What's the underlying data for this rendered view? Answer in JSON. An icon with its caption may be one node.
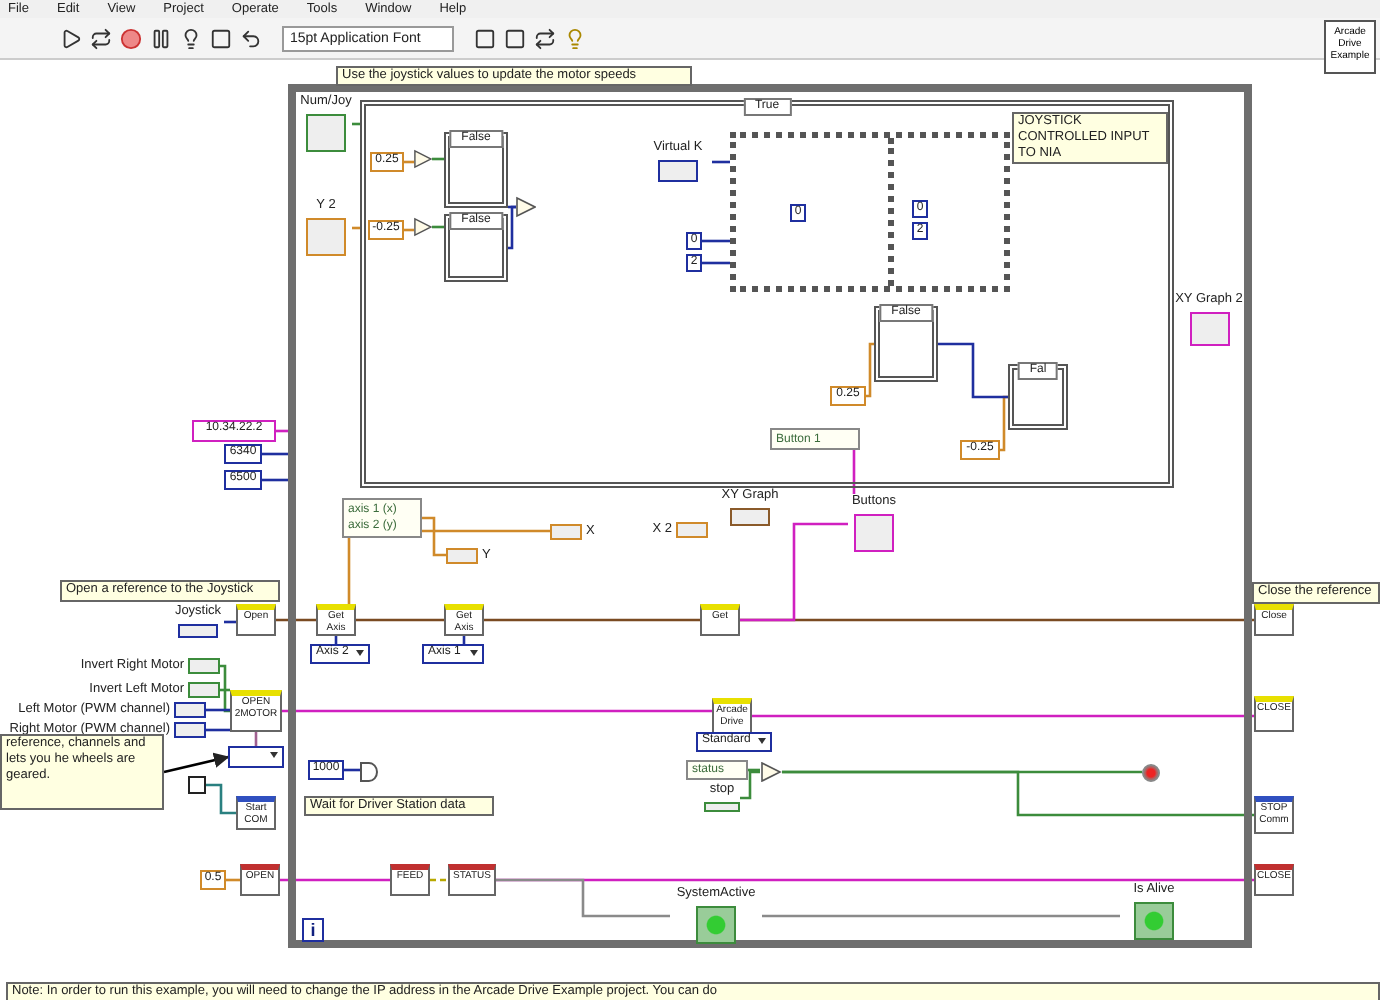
{
  "diagram": {
    "nodes": [
      {
        "text": [],
        "shape": "box"
      },
      {
        "text": [
          "Use the joystick values to update the motor speeds"
        ]
      },
      {
        "text": [
          "Num/Joy"
        ],
        "in": 0
      },
      {
        "text": [
          "Y 2"
        ],
        "in": 0
      },
      {
        "text": [
          "True"
        ],
        "in": 0
      },
      {
        "text": [
          "0.25"
        ],
        "in": 4
      },
      {
        "text": [
          "-0.25"
        ],
        "in": 4
      },
      {
        "text": [],
        "shape": "triangle",
        "in": 4
      },
      {
        "text": [],
        "shape": "triangle",
        "in": 4
      },
      {
        "text": [
          "False"
        ],
        "in": 4
      },
      {
        "text": [
          "False"
        ],
        "in": 4
      },
      {
        "text": [],
        "shape": "triangle",
        "in": 4
      },
      {
        "text": [
          "Virtual K"
        ],
        "in": 4
      },
      {
        "text": [
          "0"
        ],
        "in": 4
      },
      {
        "text": [
          "2"
        ],
        "in": 4
      },
      {
        "text": [],
        "shape": "box",
        "in": 4
      },
      {
        "text": [
          "0"
        ],
        "in": 15
      },
      {
        "text": [
          "0"
        ],
        "in": 15
      },
      {
        "text": [
          "2"
        ],
        "in": 15
      },
      {
        "text": [
          "JOYSTICK CONTROLLED INPUT TO NIA"
        ],
        "in": 4
      },
      {
        "text": [
          "False"
        ],
        "in": 4
      },
      {
        "text": [
          "0.25"
        ],
        "in": 4
      },
      {
        "text": [
          "-0.25"
        ],
        "in": 4
      },
      {
        "text": [
          "Fal"
        ],
        "in": 4
      },
      {
        "text": [
          "Button 1"
        ],
        "in": 4
      },
      {
        "text": [
          "XY Graph 2"
        ],
        "in": 0
      },
      {
        "text": [
          "10.34.22.2"
        ]
      },
      {
        "text": [
          "6340"
        ]
      },
      {
        "text": [
          "6500"
        ]
      },
      {
        "text": [
          "axis 1 (x)",
          "axis 2 (y)"
        ],
        "in": 0
      },
      {
        "text": [
          "X"
        ],
        "in": 0
      },
      {
        "text": [
          "Y"
        ],
        "in": 0
      },
      {
        "text": [
          "X 2"
        ],
        "in": 0
      },
      {
        "text": [
          "XY Graph"
        ],
        "in": 0
      },
      {
        "text": [
          "Buttons"
        ],
        "in": 0
      },
      {
        "text": [
          "Open a reference to the Joystick"
        ]
      },
      {
        "text": [
          "Joystick"
        ]
      },
      {
        "text": [
          "Open"
        ]
      },
      {
        "text": [
          "Get Axis"
        ],
        "in": 0
      },
      {
        "text": [
          "Get Axis"
        ],
        "in": 0
      },
      {
        "text": [
          "Axis 2"
        ],
        "in": 0
      },
      {
        "text": [
          "Axis 1"
        ],
        "in": 0
      },
      {
        "text": [
          "Get"
        ],
        "in": 0
      },
      {
        "text": [
          "Close the reference"
        ]
      },
      {
        "text": [
          "Close"
        ]
      },
      {
        "text": [
          "Invert Right Motor"
        ]
      },
      {
        "text": [
          "Invert Left Motor"
        ]
      },
      {
        "text": [
          "Left Motor (PWM channel)"
        ]
      },
      {
        "text": [
          "Right Motor (PWM channel)"
        ]
      },
      {
        "text": [
          "OPEN 2MOTOR"
        ]
      },
      {
        "text": [],
        "shape": "box"
      },
      {
        "text": [
          "reference, channels and lets you he wheels are geared."
        ]
      },
      {
        "text": [
          "Arcade Drive"
        ],
        "in": 0
      },
      {
        "text": [
          "Standard"
        ],
        "in": 0
      },
      {
        "text": [
          "status"
        ],
        "in": 0
      },
      {
        "text": [
          "stop"
        ],
        "in": 0
      },
      {
        "text": [],
        "shape": "triangle",
        "in": 0
      },
      {
        "text": [],
        "shape": "circle",
        "in": 0
      },
      {
        "text": [],
        "shape": "box"
      },
      {
        "text": [
          "Start COM"
        ]
      },
      {
        "text": [
          "1000"
        ],
        "in": 0
      },
      {
        "text": [],
        "shape": "box",
        "in": 0
      },
      {
        "text": [
          "Wait for Driver Station data"
        ],
        "in": 0
      },
      {
        "text": [
          "CLOSE"
        ]
      },
      {
        "text": [
          "STOP Comm"
        ]
      },
      {
        "text": [
          "0.5"
        ]
      },
      {
        "text": [
          "OPEN"
        ]
      },
      {
        "text": [
          "FEED"
        ],
        "in": 0
      },
      {
        "text": [
          "STATUS"
        ],
        "in": 0
      },
      {
        "text": [
          "CLOSE"
        ]
      },
      {
        "text": [
          "SystemActive"
        ],
        "in": 0
      },
      {
        "text": [
          "Is Alive"
        ],
        "in": 0
      },
      {
        "text": [
          "i"
        ],
        "in": 0
      },
      {
        "text": [
          "Note: In order to run this example, you will need to change the IP address in the Arcade Drive Example project. You can do"
        ]
      }
    ],
    "edges": [
      {
        "from": 2,
        "to": 4,
        "arrow": "none",
        "color": "#3c8c3c"
      },
      {
        "from": 3,
        "to": 4,
        "arrow": "none",
        "color": "#d08a2a"
      },
      {
        "from": 5,
        "to": 7,
        "arrow": "none",
        "color": "#d08a2a"
      },
      {
        "from": 6,
        "to": 8,
        "arrow": "none",
        "color": "#d08a2a"
      },
      {
        "from": 7,
        "to": 9,
        "arrow": "none",
        "color": "#3c8c3c"
      },
      {
        "from": 8,
        "to": 10,
        "arrow": "none",
        "color": "#3c8c3c"
      },
      {
        "from": 9,
        "to": 11,
        "arrow": "none"
      },
      {
        "from": 10,
        "to": 11,
        "arrow": "none"
      },
      {
        "from": 12,
        "to": 15,
        "arrow": "none"
      },
      {
        "from": 13,
        "to": 15,
        "arrow": "none"
      },
      {
        "from": 14,
        "to": 15,
        "arrow": "none"
      },
      {
        "from": 21,
        "to": 20,
        "arrow": "none",
        "color": "#d08a2a"
      },
      {
        "from": 22,
        "to": 23,
        "arrow": "none",
        "color": "#d08a2a"
      },
      {
        "from": 20,
        "to": 23,
        "arrow": "none"
      },
      {
        "from": 26,
        "to": 0,
        "arrow": "none",
        "color": "#d020c0"
      },
      {
        "from": 27,
        "to": 0,
        "arrow": "none"
      },
      {
        "from": 28,
        "to": 0,
        "arrow": "none"
      },
      {
        "from": 29,
        "to": 30,
        "arrow": "none",
        "color": "#d08a2a"
      },
      {
        "from": 29,
        "to": 31,
        "arrow": "none",
        "color": "#d08a2a"
      },
      {
        "from": 36,
        "to": 37,
        "arrow": "none"
      },
      {
        "from": 37,
        "to": 38,
        "arrow": "none",
        "color": "#7a4a22"
      },
      {
        "from": 38,
        "to": 39,
        "arrow": "none",
        "color": "#7a4a22"
      },
      {
        "from": 39,
        "to": 42,
        "arrow": "none",
        "color": "#7a4a22"
      },
      {
        "from": 42,
        "to": 44,
        "arrow": "none",
        "color": "#7a4a22"
      },
      {
        "from": 40,
        "to": 38,
        "arrow": "none"
      },
      {
        "from": 41,
        "to": 39,
        "arrow": "none"
      },
      {
        "from": 38,
        "to": 29,
        "arrow": "none",
        "color": "#d08a2a"
      },
      {
        "from": 34,
        "to": 24,
        "arrow": "none",
        "color": "#d020c0"
      },
      {
        "from": 42,
        "to": 34,
        "arrow": "none",
        "color": "#d020c0"
      },
      {
        "from": 45,
        "to": 49,
        "arrow": "none",
        "color": "#3c8c3c"
      },
      {
        "from": 46,
        "to": 49,
        "arrow": "none",
        "color": "#3c8c3c"
      },
      {
        "from": 47,
        "to": 49,
        "arrow": "none"
      },
      {
        "from": 48,
        "to": 49,
        "arrow": "none"
      },
      {
        "from": 50,
        "to": 49,
        "arrow": "none",
        "color": "#a06090"
      },
      {
        "from": 51,
        "to": 50,
        "arrow": "to",
        "color": "#000000"
      },
      {
        "from": 49,
        "to": 52,
        "arrow": "none",
        "color": "#d020c0"
      },
      {
        "from": 52,
        "to": 63,
        "arrow": "none",
        "color": "#d020c0"
      },
      {
        "from": 54,
        "to": 56,
        "arrow": "none",
        "color": "#3c8c3c"
      },
      {
        "from": 55,
        "to": 56,
        "arrow": "none",
        "color": "#3c8c3c"
      },
      {
        "from": 56,
        "to": 57,
        "arrow": "none",
        "color": "#3c8c3c"
      },
      {
        "from": 56,
        "to": 64,
        "arrow": "none",
        "color": "#3c8c3c"
      },
      {
        "from": 58,
        "to": 59,
        "arrow": "none",
        "color": "#2a8080"
      },
      {
        "from": 60,
        "to": 61,
        "arrow": "none"
      },
      {
        "from": 65,
        "to": 66,
        "arrow": "none",
        "color": "#d08a2a"
      },
      {
        "from": 66,
        "to": 67,
        "arrow": "none",
        "color": "#d020c0"
      },
      {
        "from": 67,
        "to": 68,
        "arrow": "none",
        "style": "dashed",
        "color": "#b8a800"
      },
      {
        "from": 68,
        "to": 69,
        "arrow": "none",
        "color": "#d020c0"
      },
      {
        "from": 68,
        "to": 70,
        "arrow": "none",
        "color": "#8a8a8a"
      },
      {
        "from": 70,
        "to": 71,
        "arrow": "none",
        "color": "#8a8a8a"
      }
    ],
    "labels": [
      "File",
      "Edit",
      "View",
      "Project",
      "Operate",
      "Tools",
      "Window",
      "Help",
      "15pt Application Font",
      "Arcade Drive Example"
    ]
  }
}
